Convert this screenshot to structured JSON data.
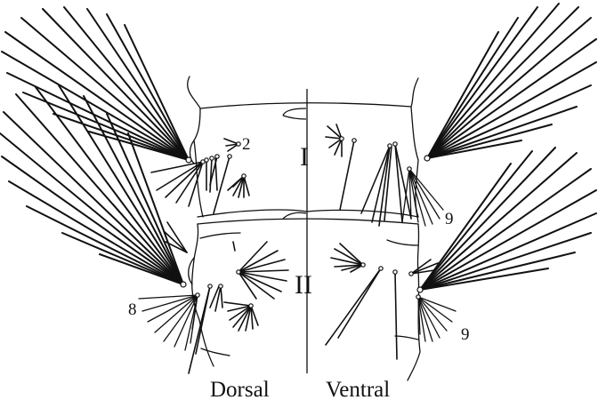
{
  "labels": {
    "segment_1": "I",
    "segment_2": "II",
    "seta_2": "2",
    "seta_8": "8",
    "seta_9_upper": "9",
    "seta_9_lower": "9",
    "dorsal": "Dorsal",
    "ventral": "Ventral"
  },
  "colors": {
    "ink": "#111111",
    "background": "#ffffff"
  }
}
